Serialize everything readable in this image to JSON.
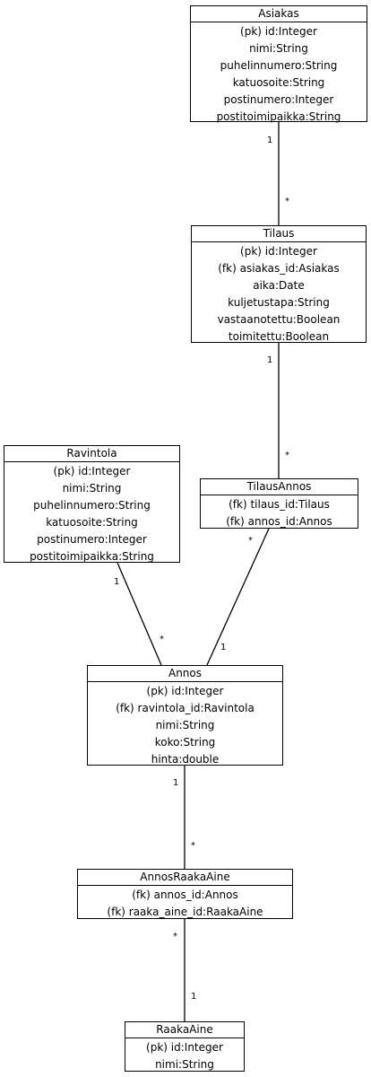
{
  "entities": {
    "asiakas": {
      "name": "Asiakas",
      "attributes": [
        "(pk) id:Integer",
        "nimi:String",
        "puhelinnumero:String",
        "katuosoite:String",
        "postinumero:Integer",
        "postitoimipaikka:String"
      ]
    },
    "tilaus": {
      "name": "Tilaus",
      "attributes": [
        "(pk) id:Integer",
        "(fk) asiakas_id:Asiakas",
        "aika:Date",
        "kuljetustapa:String",
        "vastaanotettu:Boolean",
        "toimitettu:Boolean"
      ]
    },
    "ravintola": {
      "name": "Ravintola",
      "attributes": [
        "(pk) id:Integer",
        "nimi:String",
        "puhelinnumero:String",
        "katuosoite:String",
        "postinumero:Integer",
        "postitoimipaikka:String"
      ]
    },
    "tilausannos": {
      "name": "TilausAnnos",
      "attributes": [
        "(fk) tilaus_id:Tilaus",
        "(fk) annos_id:Annos"
      ]
    },
    "annos": {
      "name": "Annos",
      "attributes": [
        "(pk) id:Integer",
        "(fk) ravintola_id:Ravintola",
        "nimi:String",
        "koko:String",
        "hinta:double"
      ]
    },
    "annosraakaaine": {
      "name": "AnnosRaakaAine",
      "attributes": [
        "(fk) annos_id:Annos",
        "(fk) raaka_aine_id:RaakaAine"
      ]
    },
    "raakaaine": {
      "name": "RaakaAine",
      "attributes": [
        "(pk) id:Integer",
        "nimi:String"
      ]
    }
  },
  "relations": {
    "asiakas_tilaus": {
      "from_mult": "1",
      "to_mult": "*"
    },
    "tilaus_tilausannos": {
      "from_mult": "1",
      "to_mult": "*"
    },
    "ravintola_annos": {
      "from_mult": "1",
      "to_mult": "*"
    },
    "tilausannos_annos": {
      "from_mult": "*",
      "to_mult": "1"
    },
    "annos_annosraakaaine": {
      "from_mult": "1",
      "to_mult": "*"
    },
    "annosraakaaine_raakaaine": {
      "from_mult": "*",
      "to_mult": "1"
    }
  }
}
